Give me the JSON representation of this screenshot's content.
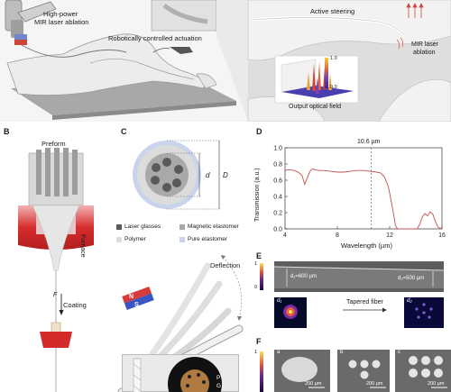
{
  "panel_a": {
    "laser_label_1": "High-power",
    "laser_label_2": "MIR laser ablation",
    "actuation_label": "Robotically controlled actuation",
    "steering_label": "Active steering",
    "ablation_label_1": "MIR laser",
    "ablation_label_2": "ablation",
    "field_caption": "Output optical field",
    "colorbar_max": "1.0",
    "colorbar_min": "0.0"
  },
  "panel_b": {
    "letter": "B",
    "preform_label": "Preform",
    "furnace_label": "Furnace",
    "force_label": "F",
    "coating_label": "Coating"
  },
  "panel_c": {
    "letter": "C",
    "dim_small": "d",
    "dim_large": "D",
    "legend": [
      {
        "label": "Laser glasses",
        "color": "#5a5a5a"
      },
      {
        "label": "Magnetic elastomer",
        "color": "#a9a9a9"
      },
      {
        "label": "Polymer",
        "color": "#dcdcdc"
      },
      {
        "label": "Pure elastomer",
        "color": "#c9d4ec"
      }
    ],
    "deflection_label": "Deflection",
    "magnet_n": "N",
    "magnet_s": "S",
    "inset_p": "P",
    "inset_g": "G"
  },
  "panel_d": {
    "letter": "D",
    "marker_label": "10.6 µm"
  },
  "panel_e": {
    "letter": "E",
    "d1_label": "d₁=600 µm",
    "d2_label": "d₂=500 µm",
    "d1_sub": "d₁",
    "d2_sub": "d₂",
    "arrow_label": "Tapered fiber",
    "colorbar_max": "1",
    "colorbar_min": "0"
  },
  "panel_f": {
    "letter": "F",
    "sub_a": "a",
    "sub_b": "b",
    "sub_c": "c",
    "scale_a": "200 µm",
    "scale_b": "200 µm",
    "scale_c": "200 µm",
    "colorbar_max": "1"
  },
  "chart_data": {
    "type": "line",
    "title": "",
    "xlabel": "Wavelength (µm)",
    "ylabel": "Transmission (a.u.)",
    "xlim": [
      4,
      16
    ],
    "ylim": [
      0,
      1.0
    ],
    "xticks": [
      4,
      8,
      12,
      16
    ],
    "yticks": [
      0.0,
      0.2,
      0.4,
      0.6,
      0.8,
      1.0
    ],
    "reference_line_x": 10.6,
    "grid": false,
    "series": [
      {
        "color": "#c0504d",
        "x": [
          4.0,
          4.3,
          4.7,
          5.0,
          5.3,
          5.5,
          5.7,
          5.9,
          6.1,
          6.3,
          6.6,
          7.0,
          7.5,
          8.0,
          8.5,
          9.0,
          9.5,
          10.0,
          10.5,
          11.0,
          11.3,
          11.6,
          11.9,
          12.1,
          12.3,
          12.45,
          12.6,
          12.8,
          13.2,
          13.6,
          13.9,
          14.1,
          14.3,
          14.5,
          14.7,
          14.9,
          15.1,
          15.3,
          15.5,
          15.7,
          16.0
        ],
        "y": [
          0.72,
          0.73,
          0.72,
          0.7,
          0.66,
          0.55,
          0.63,
          0.71,
          0.74,
          0.73,
          0.72,
          0.72,
          0.71,
          0.7,
          0.7,
          0.71,
          0.72,
          0.72,
          0.71,
          0.7,
          0.69,
          0.64,
          0.52,
          0.36,
          0.18,
          0.04,
          0.0,
          0.0,
          0.0,
          0.0,
          0.0,
          0.0,
          0.06,
          0.15,
          0.19,
          0.16,
          0.21,
          0.18,
          0.09,
          0.02,
          0.0
        ]
      }
    ]
  }
}
